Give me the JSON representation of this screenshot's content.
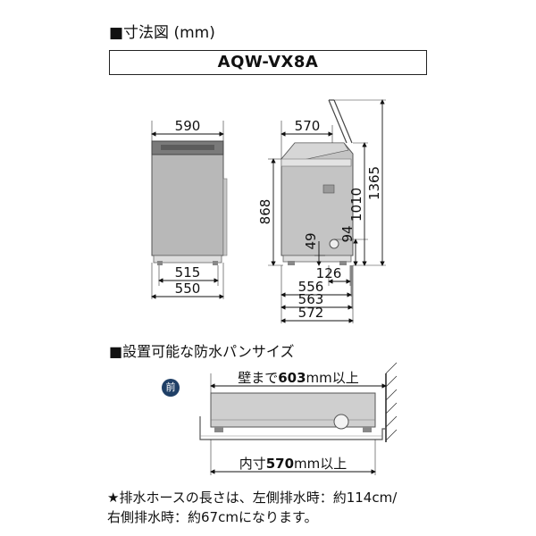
{
  "section_dimensions": {
    "title": "■寸法図 (mm)",
    "model": "AQW-VX8A"
  },
  "front_view": {
    "top_width": "590",
    "foot_inner": "515",
    "foot_outer": "550"
  },
  "side_view": {
    "lid_depth": "570",
    "height_body": "868",
    "height_lid_hinge": "1010",
    "height_lid_open": "1365",
    "drain_height": "49",
    "drain_height_right": "94",
    "drain_offset": "126",
    "depth_1": "556",
    "depth_2": "563",
    "depth_3": "572"
  },
  "section_pan": {
    "title": "■設置可能な防水パンサイズ",
    "front_label": "前",
    "wall_distance": {
      "prefix": "壁まで",
      "value": "603",
      "suffix": "mm以上"
    },
    "inner_size": {
      "prefix": "内寸",
      "value": "570",
      "suffix": "mm以上"
    }
  },
  "note": {
    "line1": "★排水ホースの長さは、左側排水時：約114cm/",
    "line2": "右側排水時：約67cmになります。"
  }
}
